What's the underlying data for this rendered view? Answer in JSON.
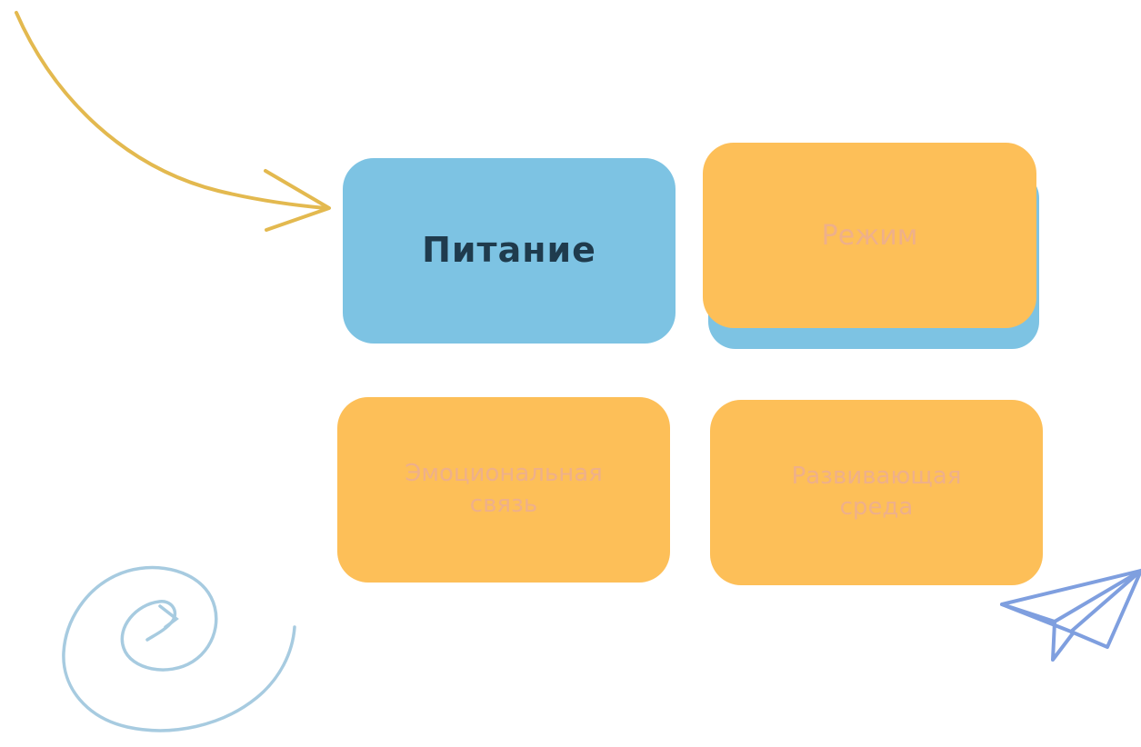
{
  "tiles": {
    "nutrition": {
      "label": "Питание"
    },
    "regime": {
      "label": "Режим"
    },
    "emotional_bond": {
      "label": "Эмоциональная\nсвязь"
    },
    "developing_environment": {
      "label": "Развивающая\nсреда"
    }
  },
  "decorations": {
    "arrow": "curved-arrow-icon",
    "spiral": "spiral-icon",
    "paper_plane": "paper-plane-icon"
  },
  "colors": {
    "active_tile": "#7dc3e3",
    "tile": "#fdbf58",
    "arrow": "#e3b94f",
    "spiral": "#a7cbe0",
    "paper_plane": "#7f9fdf"
  }
}
